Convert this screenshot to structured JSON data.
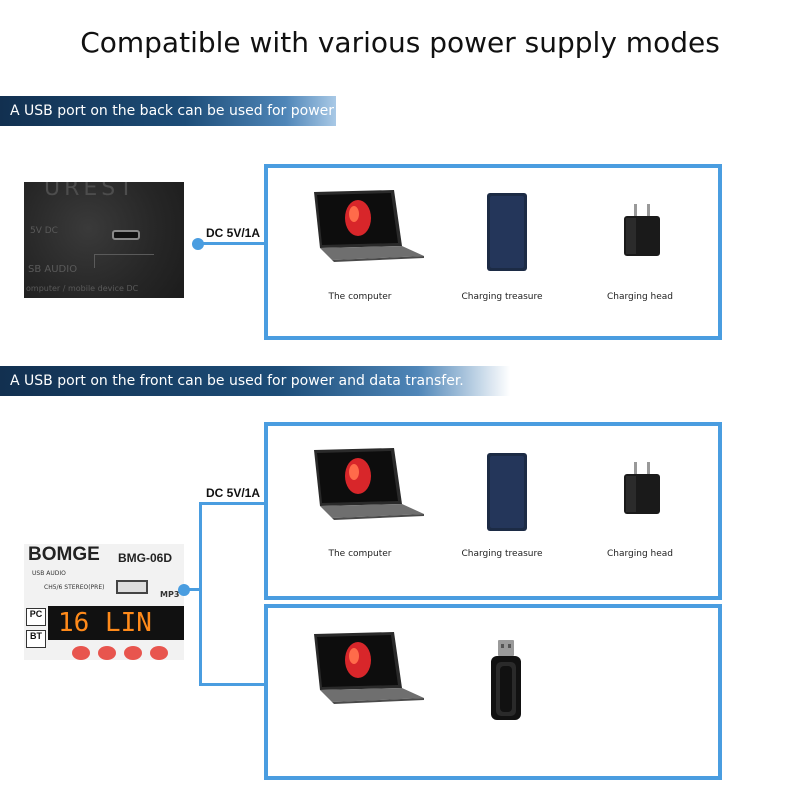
{
  "title": "Compatible with various power supply modes",
  "section_back": {
    "banner": "A USB port on the back can be used for power supply",
    "dc_label": "DC 5V/1A",
    "photo_text": {
      "top": "UREST",
      "voltage": "5V  DC",
      "audio": "SB AUDIO",
      "bottom": "omputer / mobile device DC"
    },
    "devices": [
      {
        "icon": "laptop-icon",
        "label": "The computer"
      },
      {
        "icon": "power-bank-icon",
        "label": "Charging treasure"
      },
      {
        "icon": "charger-icon",
        "label": "Charging head"
      }
    ]
  },
  "section_front": {
    "banner": "A USB port on the front can be used for power and data transfer.",
    "dc_label": "DC 5V/1A",
    "photo_text": {
      "brand": "BOMGE",
      "model": "BMG-06D",
      "usb_audio": "USB AUDIO",
      "stereo": "CH5/6 STEREO(PRE)",
      "mp3": "MP3",
      "pc": "PC",
      "bt": "BT",
      "display": "16 LIN"
    },
    "devices_power": [
      {
        "icon": "laptop-icon",
        "label": "The computer"
      },
      {
        "icon": "power-bank-icon",
        "label": "Charging treasure"
      },
      {
        "icon": "charger-icon",
        "label": "Charging head"
      }
    ],
    "devices_data": [
      {
        "icon": "laptop-icon"
      },
      {
        "icon": "usb-drive-icon"
      }
    ]
  },
  "colors": {
    "accent": "#4a9de0",
    "banner_dark": "#123050",
    "led": "#ff8a1a"
  }
}
